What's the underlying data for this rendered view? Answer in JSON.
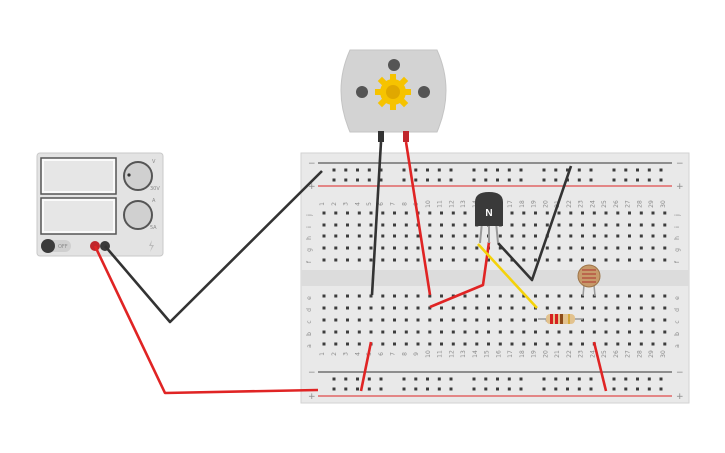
{
  "power_supply": {
    "off_label": "OFF",
    "voltage_knob_label": "V",
    "current_knob_label": "A",
    "knob1_max": "30V",
    "knob2_max": "5A"
  },
  "motor": {},
  "transistor": {
    "label": "N"
  },
  "breadboard": {
    "columns": [
      "1",
      "2",
      "3",
      "4",
      "5",
      "6",
      "7",
      "8",
      "9",
      "10",
      "11",
      "12",
      "13",
      "14",
      "15",
      "16",
      "17",
      "18",
      "19",
      "20",
      "21",
      "22",
      "23",
      "24",
      "25",
      "26",
      "27",
      "28",
      "29",
      "30"
    ],
    "rows_top": [
      "j",
      "i",
      "h",
      "g",
      "f"
    ],
    "rows_bottom": [
      "e",
      "d",
      "c",
      "b",
      "a"
    ],
    "rail_minus": "−",
    "rail_plus": "+"
  },
  "colors": {
    "wire_red": "#e02424",
    "wire_black": "#333333",
    "wire_yellow": "#f4d20b",
    "rail_red": "#d22",
    "rail_dark": "#333"
  }
}
